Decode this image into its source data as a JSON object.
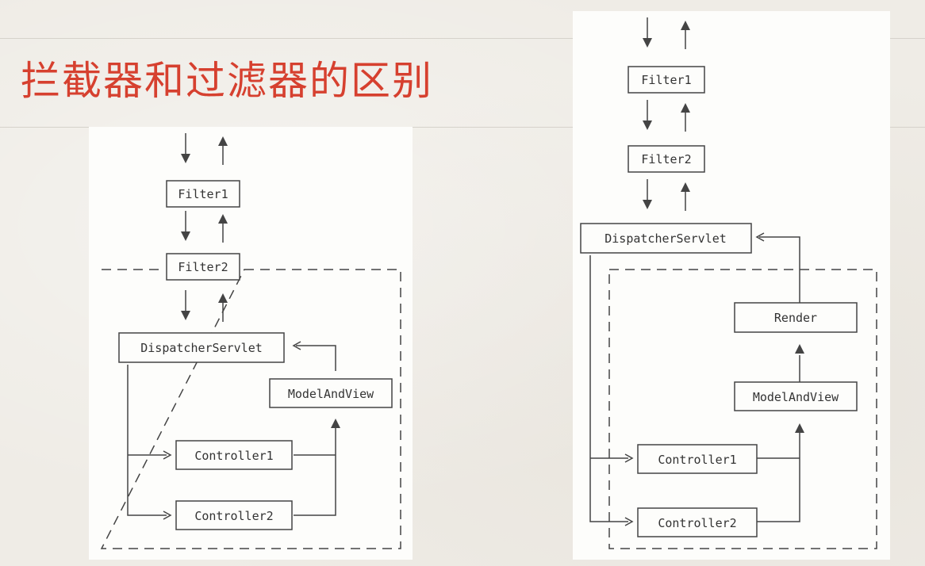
{
  "slide": {
    "title": "拦截器和过滤器的区别"
  },
  "diagrams": {
    "left": {
      "filter1": "Filter1",
      "filter2": "Filter2",
      "dispatcher": "DispatcherServlet",
      "model_and_view": "ModelAndView",
      "controller1": "Controller1",
      "controller2": "Controller2"
    },
    "right": {
      "filter1": "Filter1",
      "filter2": "Filter2",
      "dispatcher": "DispatcherServlet",
      "render": "Render",
      "model_and_view": "ModelAndView",
      "controller1": "Controller1",
      "controller2": "Controller2"
    }
  }
}
